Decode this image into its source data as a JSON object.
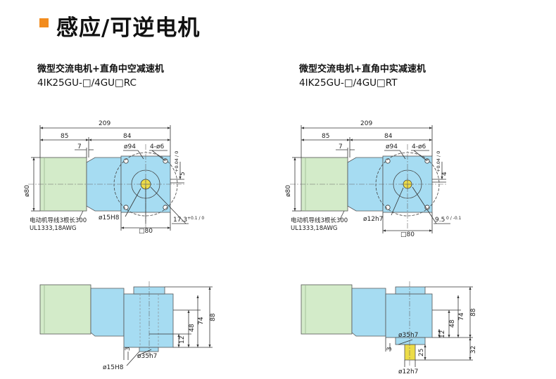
{
  "page_title": "感应/可逆电机",
  "colors": {
    "accent": "#f28c1e",
    "motor_green": "#d3ebc9",
    "gearbox_blue": "#a6dcf2",
    "shaft_yellow": "#ecdc48",
    "line": "#333333"
  },
  "left": {
    "title": "微型交流电机+直角中空减速机",
    "model": "4IK25GU-□/4GU□RC",
    "dims": {
      "total": "209",
      "motor_len": "85",
      "gear_len": "84",
      "offset": "7",
      "bolt_circle": "ø94",
      "holes": "4-ø6",
      "motor_dia": "ø80",
      "key": "5",
      "key_tol": "+0.04 / 0",
      "bore": "ø15H8",
      "flange": "□80",
      "depth": "17.3",
      "depth_tol": "+0.1 / 0",
      "cable_1": "电动机导线3根长300",
      "cable_2": "UL1333,18AWG",
      "h_88": "88",
      "h_74": "74",
      "h_48": "48",
      "h_12": "12",
      "dim_3": "3",
      "boss": "ø35h7",
      "bore_side": "ø15H8"
    }
  },
  "right": {
    "title": "微型交流电机+直角中实减速机",
    "model": "4IK25GU-□/4GU□RT",
    "dims": {
      "total": "209",
      "motor_len": "85",
      "gear_len": "84",
      "offset": "7",
      "bolt_circle": "ø94",
      "holes": "4-ø6",
      "motor_dia": "ø80",
      "key": "4",
      "key_tol": "+0.04 / 0",
      "shaft": "ø12h7",
      "flange": "□80",
      "depth": "9.5",
      "depth_tol": "0 / -0.1",
      "cable_1": "电动机导线3根长300",
      "cable_2": "UL1333,18AWG",
      "h_88": "88",
      "h_74": "74",
      "h_48": "48",
      "h_12": "12",
      "dim_3": "3",
      "boss": "ø35h7",
      "h_32": "32",
      "h_25": "25",
      "shaft_side": "ø12h7"
    }
  }
}
